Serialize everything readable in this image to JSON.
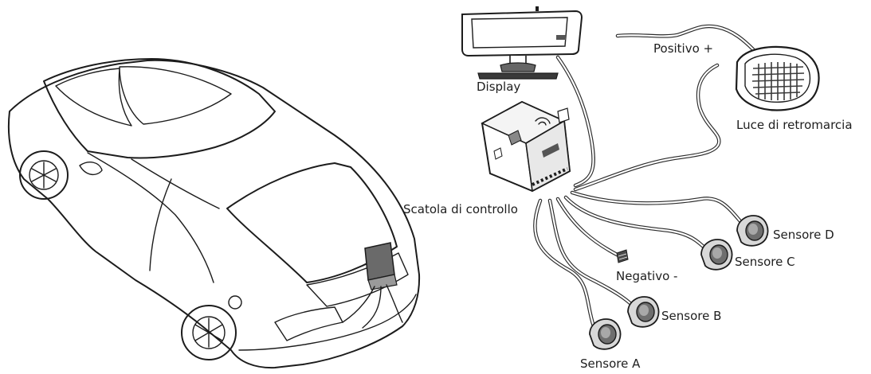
{
  "diagram": {
    "labels": {
      "display": "Display",
      "positive": "Positivo +",
      "reverse_light": "Luce di retromarcia",
      "control_box": "Scatola di controllo",
      "negative": "Negativo -",
      "sensor_a": "Sensore A",
      "sensor_b": "Sensore B",
      "sensor_c": "Sensore C",
      "sensor_d": "Sensore D"
    },
    "icons": [
      "car-illustration",
      "display-unit-icon",
      "control-box-icon",
      "reverse-light-icon",
      "sensor-icon",
      "ground-terminal-icon"
    ]
  }
}
